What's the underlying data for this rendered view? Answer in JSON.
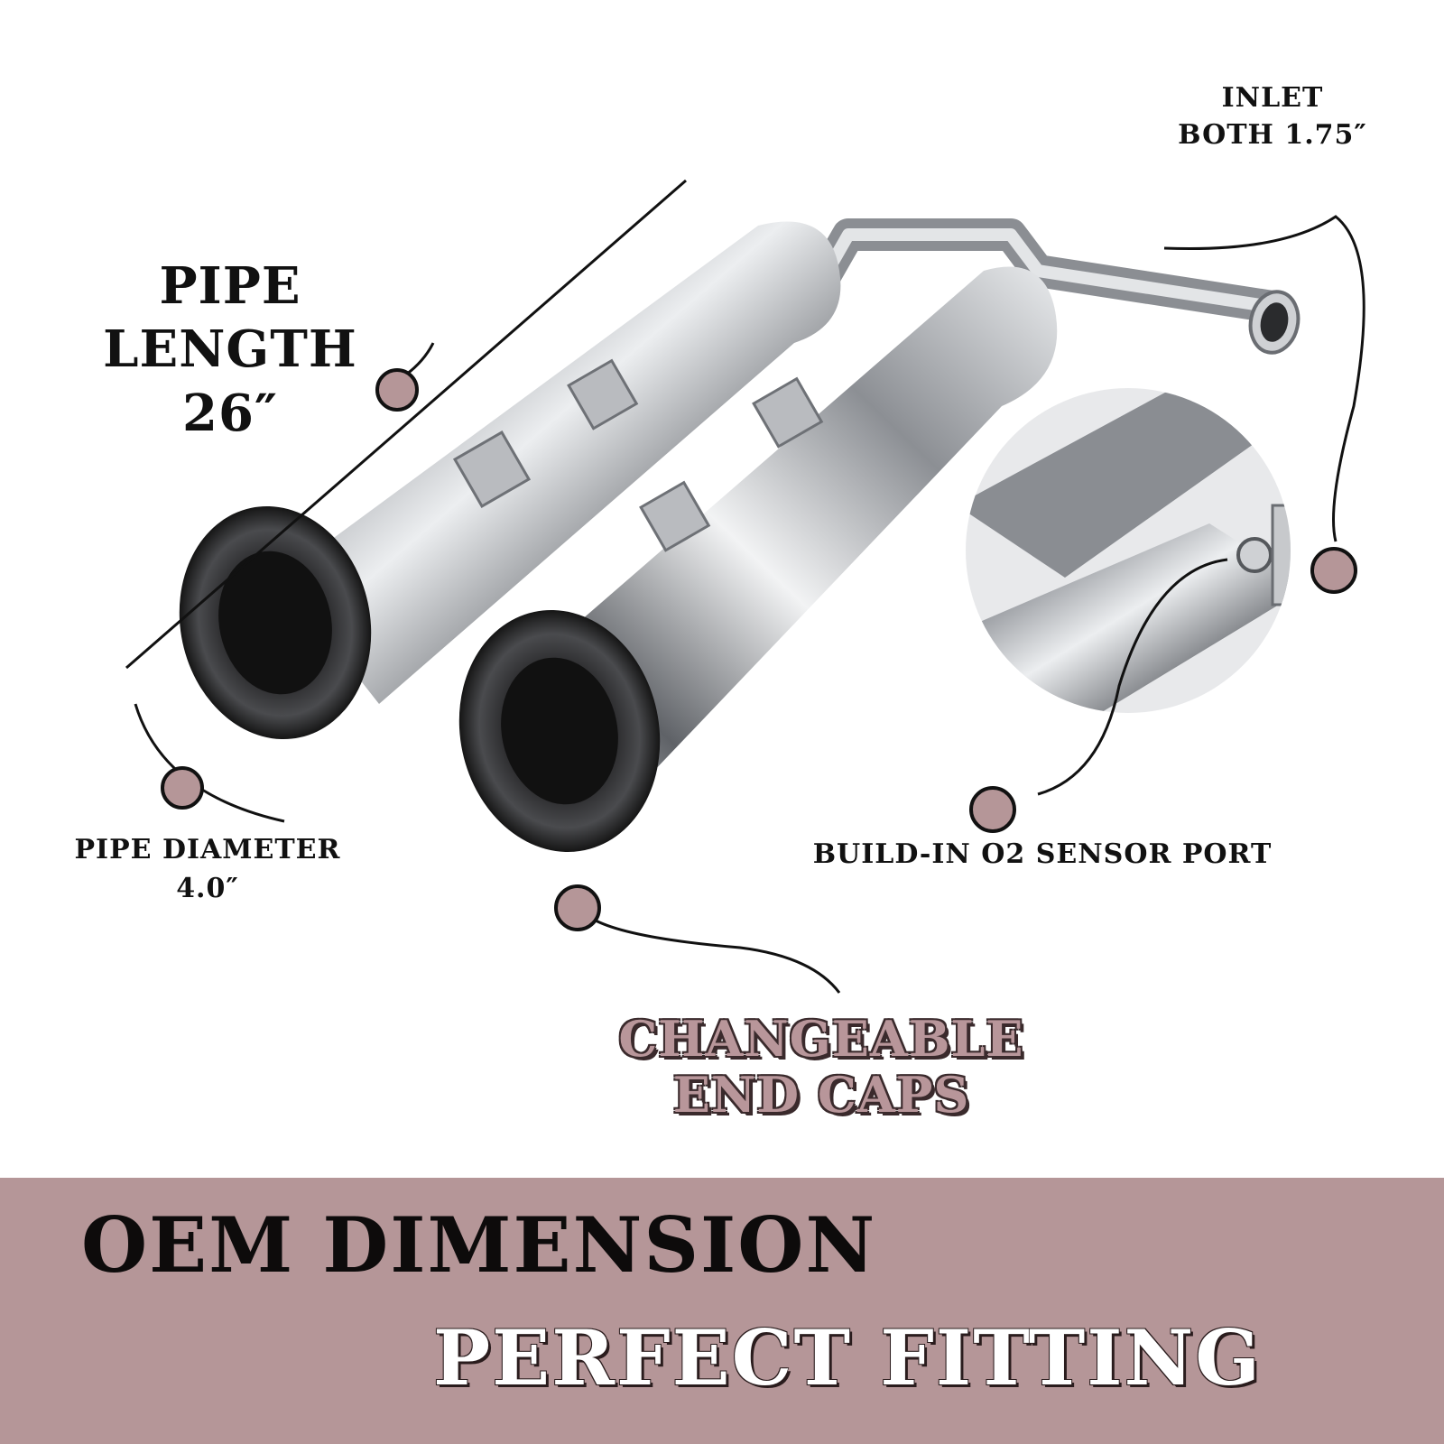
{
  "labels": {
    "pipe_length": [
      "PIPE",
      "LENGTH",
      "26″"
    ],
    "inlet": [
      "INLET",
      "BOTH 1.75″"
    ],
    "pipe_diameter": [
      "PIPE DIAMETER",
      "4.0″"
    ],
    "o2_sensor": "BUILD-IN O2 SENSOR PORT",
    "end_caps": [
      "CHANGEABLE",
      "END CAPS"
    ]
  },
  "banner": {
    "line1": "OEM DIMENSION",
    "line2": "PERFECT FITTING"
  },
  "colors": {
    "accent": "#b59698",
    "callout_dot": "#b59698",
    "chrome": "#c9cbce",
    "text": "#111111"
  }
}
